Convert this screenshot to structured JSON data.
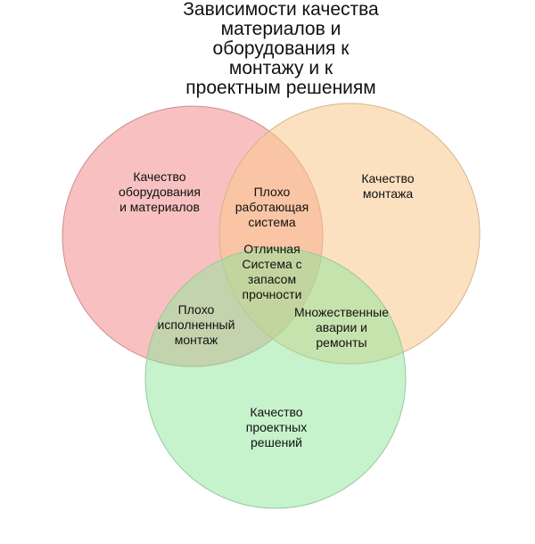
{
  "title": {
    "lines": [
      "Зависимости качества",
      "материалов и",
      "оборудования к",
      "монтажу и к",
      "проектным решениям"
    ]
  },
  "sets": {
    "equipment": {
      "lines": [
        "Качество",
        "оборудования",
        "и материалов"
      ],
      "color": "#f4a6a6"
    },
    "installation": {
      "lines": [
        "Качество",
        "монтажа"
      ],
      "color": "#f9d9a8"
    },
    "design": {
      "lines": [
        "Качество",
        "проектных",
        "решений"
      ],
      "color": "#a8ecb0"
    }
  },
  "intersections": {
    "equipment_installation": {
      "lines": [
        "Плохо",
        "работающая",
        "система"
      ]
    },
    "equipment_design": {
      "lines": [
        "Плохо",
        "исполненный",
        "монтаж"
      ]
    },
    "installation_design": {
      "lines": [
        "Множественные",
        "аварии и",
        "ремонты"
      ]
    },
    "all": {
      "lines": [
        "Отличная",
        "Система с",
        "запасом",
        "прочности"
      ]
    }
  },
  "colors": {
    "overlap_equipment_installation": "#f0b07f",
    "overlap_equipment_design": "#c8c890",
    "overlap_installation_design": "#cfe6a0",
    "overlap_all": "#d6d6a0",
    "outline": "#c9a0a0"
  }
}
